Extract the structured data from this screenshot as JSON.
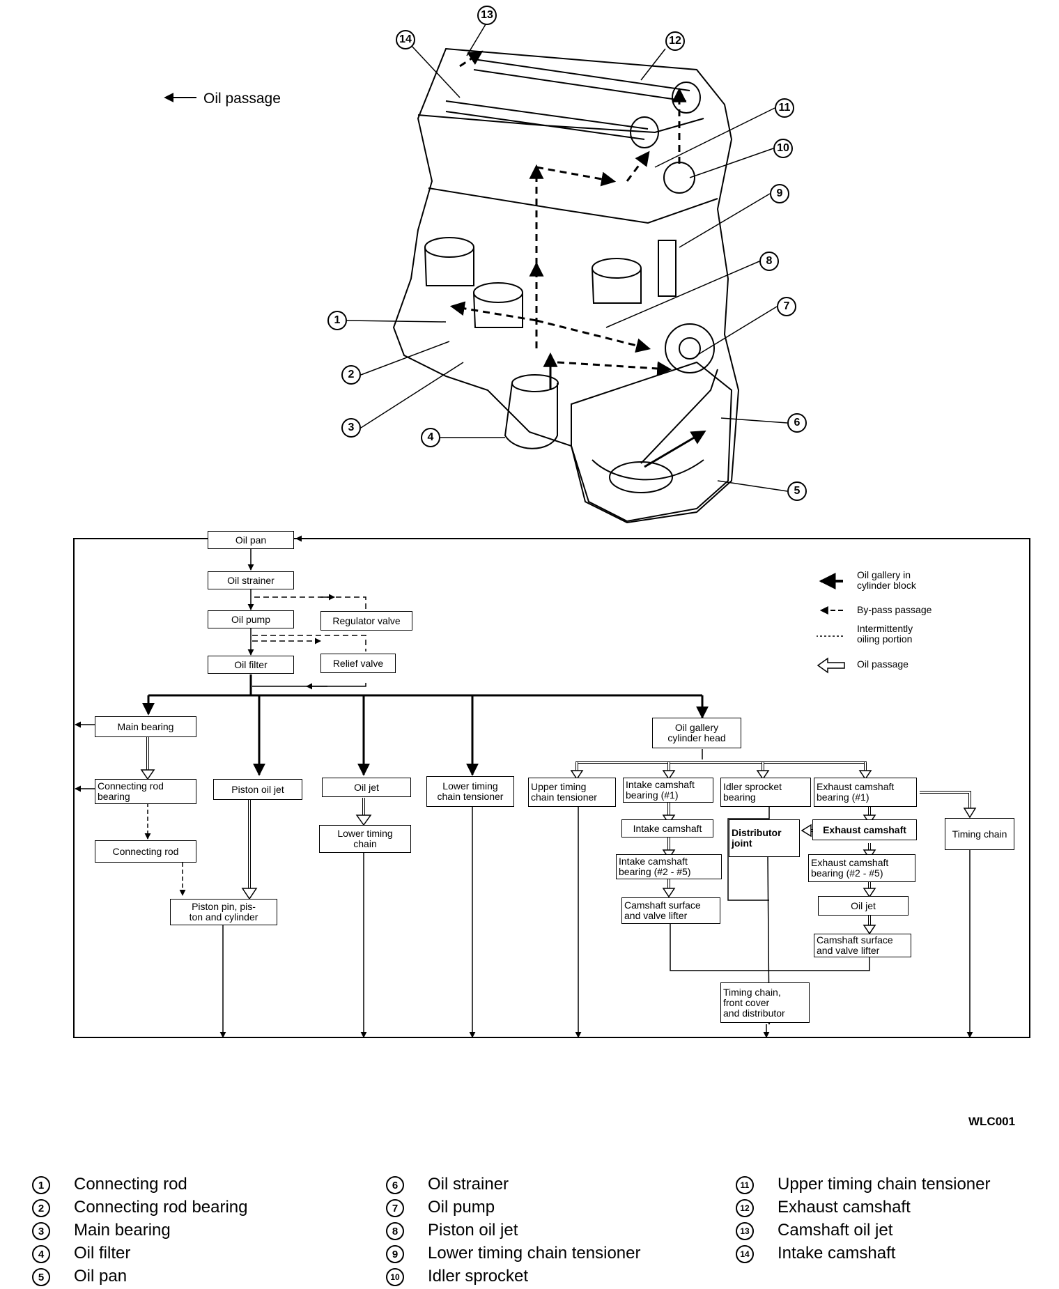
{
  "engine": {
    "oil_passage_label": "Oil passage"
  },
  "flow": {
    "boxes": {
      "oil_pan": "Oil pan",
      "oil_strainer": "Oil strainer",
      "oil_pump": "Oil pump",
      "regulator_valve": "Regulator valve",
      "oil_filter": "Oil filter",
      "relief_valve": "Relief valve",
      "main_bearing": "Main bearing",
      "connecting_rod_bearing": "Connecting rod\nbearing",
      "connecting_rod": "Connecting rod",
      "piston_oil_jet": "Piston oil jet",
      "piston_pin": "Piston pin, pis-\nton and cylinder",
      "oil_jet": "Oil jet",
      "lower_timing_chain": "Lower timing\nchain",
      "lower_timing_chain_tensioner": "Lower timing\nchain tensioner",
      "oil_gallery_cylinder_head": "Oil gallery\ncylinder head",
      "upper_timing_chain_tensioner": "Upper timing\nchain tensioner",
      "intake_camshaft_bearing_1": "Intake camshaft\nbearing (#1)",
      "idler_sprocket_bearing": "Idler sprocket\nbearing",
      "exhaust_camshaft_bearing_1": "Exhaust camshaft\nbearing (#1)",
      "timing_chain": "Timing chain",
      "intake_camshaft": "Intake camshaft",
      "distributor_joint": "Distributor\njoint",
      "exhaust_camshaft": "Exhaust camshaft",
      "intake_camshaft_bearing_2_5": "Intake camshaft\nbearing (#2 - #5)",
      "exhaust_camshaft_bearing_2_5": "Exhaust camshaft\nbearing (#2 - #5)",
      "camshaft_surface_intake": "Camshaft surface\nand valve lifter",
      "oil_jet_exhaust": "Oil jet",
      "camshaft_surface_exhaust": "Camshaft surface\nand valve lifter",
      "timing_chain_front_cover": "Timing chain,\nfront cover\nand distributor"
    },
    "legend": {
      "oil_gallery": "Oil gallery in\ncylinder block",
      "bypass": "By-pass passage",
      "intermittent": "Intermittently\noiling portion",
      "oil_passage": "Oil passage"
    }
  },
  "figure_code": "WLC001",
  "key": [
    {
      "num": "1",
      "label": "Connecting rod"
    },
    {
      "num": "2",
      "label": "Connecting rod bearing"
    },
    {
      "num": "3",
      "label": "Main bearing"
    },
    {
      "num": "4",
      "label": "Oil filter"
    },
    {
      "num": "5",
      "label": "Oil pan"
    },
    {
      "num": "6",
      "label": "Oil strainer"
    },
    {
      "num": "7",
      "label": "Oil pump"
    },
    {
      "num": "8",
      "label": "Piston oil jet"
    },
    {
      "num": "9",
      "label": "Lower timing chain tensioner"
    },
    {
      "num": "10",
      "label": "Idler sprocket"
    },
    {
      "num": "11",
      "label": "Upper timing chain tensioner"
    },
    {
      "num": "12",
      "label": "Exhaust camshaft"
    },
    {
      "num": "13",
      "label": "Camshaft oil jet"
    },
    {
      "num": "14",
      "label": "Intake camshaft"
    }
  ]
}
